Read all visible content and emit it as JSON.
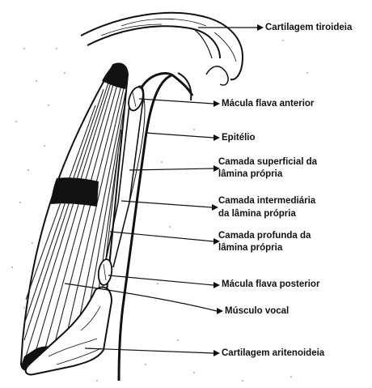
{
  "labels": {
    "cartilagem_tiroideia": "Cartilagem tiroideia",
    "macula_flava_anterior": "Mácula flava anterior",
    "epitelio": "Epitélio",
    "camada_superficial_l1": "Camada superficial da",
    "camada_superficial_l2": "lâmina própria",
    "camada_intermediaria_l1": "Camada intermediária",
    "camada_intermediaria_l2": "da lâmina própria",
    "camada_profunda_l1": "Camada profunda da",
    "camada_profunda_l2": "lâmina própria",
    "macula_flava_posterior": "Mácula flava posterior",
    "musculo_vocal": "Músculo vocal",
    "cartilagem_aritenoideia": "Cartilagem aritenoideia"
  }
}
